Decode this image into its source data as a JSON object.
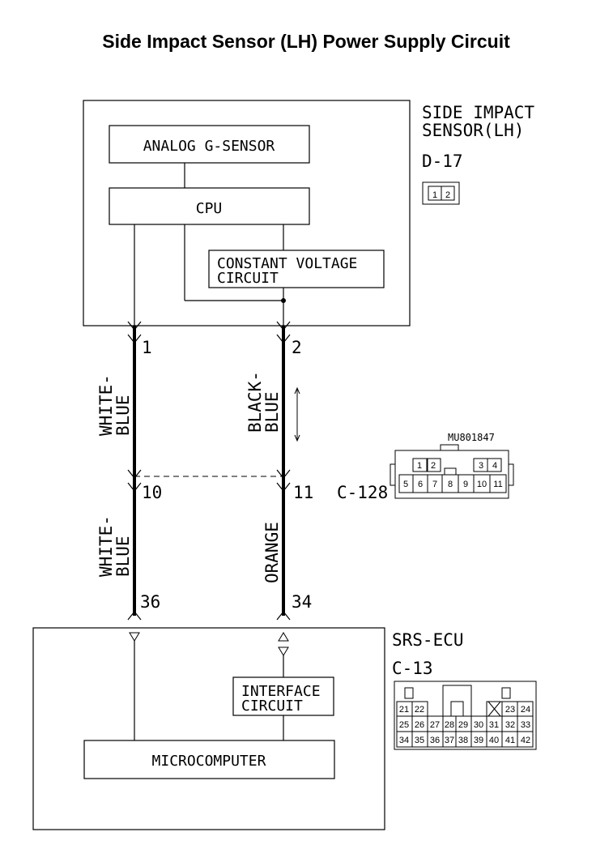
{
  "title": "Side Impact Sensor (LH) Power Supply Circuit",
  "sensor": {
    "name_line1": "SIDE IMPACT",
    "name_line2": "SENSOR(LH)",
    "connector": "D-17",
    "connector_pins": [
      "1",
      "2"
    ],
    "blocks": {
      "g_sensor": "ANALOG G-SENSOR",
      "cpu": "CPU",
      "cv_line1": "CONSTANT VOLTAGE",
      "cv_line2": "CIRCUIT"
    }
  },
  "harness": {
    "left_upper": {
      "pin": "1",
      "color_line1": "WHITE-",
      "color_line2": "BLUE"
    },
    "right_upper": {
      "pin": "2",
      "color_line1": "BLACK-",
      "color_line2": "BLUE"
    },
    "left_lower": {
      "pin_top": "10",
      "pin_bottom": "36",
      "color_line1": "WHITE-",
      "color_line2": "BLUE"
    },
    "right_lower": {
      "pin_top": "11",
      "pin_bottom": "34",
      "color": "ORANGE"
    }
  },
  "c128": {
    "connector": "C-128",
    "part_number": "MU801847",
    "pins_row1": [
      "1",
      "2",
      "3",
      "4"
    ],
    "pins_row2": [
      "5",
      "6",
      "7",
      "8",
      "9",
      "10",
      "11"
    ]
  },
  "ecu": {
    "name": "SRS-ECU",
    "connector": "C-13",
    "interface_line1": "INTERFACE",
    "interface_line2": "CIRCUIT",
    "microcomputer": "MICROCOMPUTER",
    "pins_row1": [
      "21",
      "22",
      "23",
      "24"
    ],
    "pins_row2": [
      "25",
      "26",
      "27",
      "28",
      "29",
      "30",
      "31",
      "32",
      "33"
    ],
    "pins_row3": [
      "34",
      "35",
      "36",
      "37",
      "38",
      "39",
      "40",
      "41",
      "42"
    ]
  }
}
